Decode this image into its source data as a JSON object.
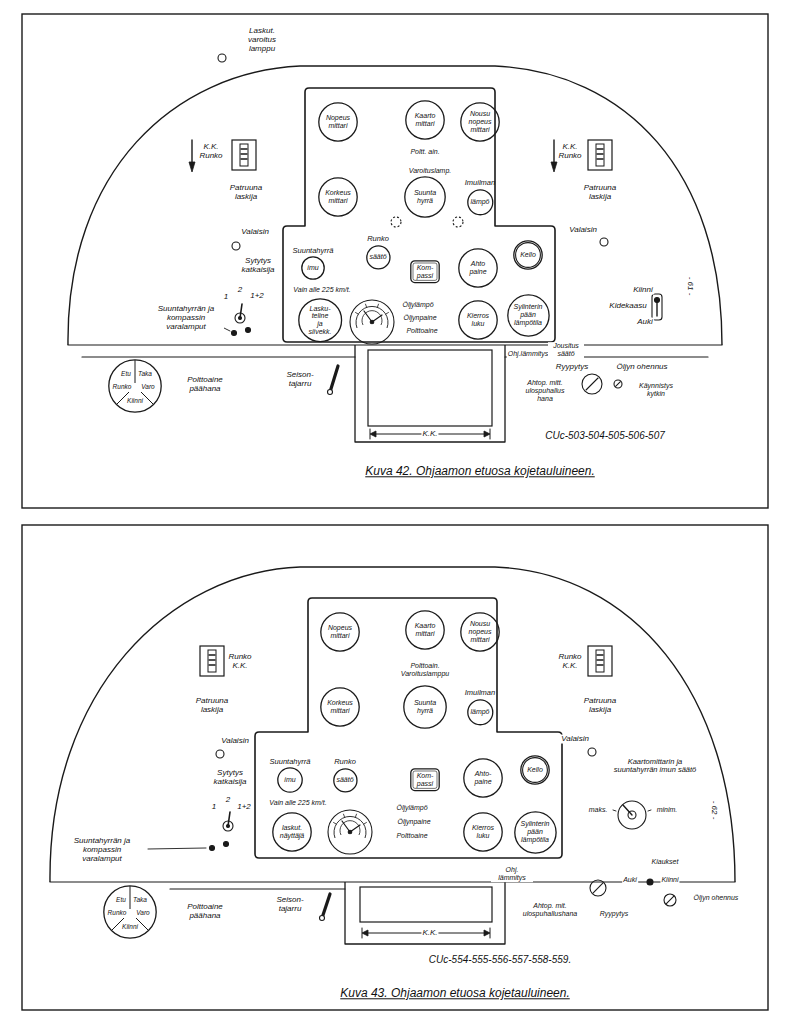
{
  "diagram": {
    "nodes": [
      {
        "text": [
          "Nopeus mittari"
        ]
      },
      {
        "text": [
          "Kaarto mittari"
        ]
      },
      {
        "text": [
          "Nousu nopeus mittari"
        ]
      },
      {
        "text": [
          "Korkeus mittari"
        ]
      },
      {
        "text": [
          "Suunta hyrrä"
        ]
      },
      {
        "text": [
          "Imuilman",
          "lämpö"
        ]
      },
      {
        "text": [
          "Suuntahyrrä",
          "imu"
        ]
      },
      {
        "text": [
          "Runko",
          "säätö"
        ]
      },
      {
        "text": [
          "Kom- passi"
        ]
      },
      {
        "text": [
          "Ahto paine"
        ]
      },
      {
        "text": [
          "Kello"
        ]
      },
      {
        "text": [
          "Lasku- teline ja siivekk."
        ]
      },
      {
        "text": [
          "Kierros luku"
        ]
      },
      {
        "text": [
          "Sylinterin pään lämpötila"
        ]
      },
      {
        "text": [
          "Etu",
          "Taka",
          "Runko",
          "Varo",
          "Kiinni"
        ]
      },
      {
        "text": [
          "Nopeus mittari"
        ]
      },
      {
        "text": [
          "Kaarto mittari"
        ]
      },
      {
        "text": [
          "Nousu nopeus mittari"
        ]
      },
      {
        "text": [
          "Korkeus mittari"
        ]
      },
      {
        "text": [
          "Suunta hyrrä"
        ]
      },
      {
        "text": [
          "Imuilman",
          "lämpö"
        ]
      },
      {
        "text": [
          "Suuntahyrrä",
          "imu"
        ]
      },
      {
        "text": [
          "Runko",
          "säätö"
        ]
      },
      {
        "text": [
          "Kom- passi"
        ]
      },
      {
        "text": [
          "Ahto- paine"
        ]
      },
      {
        "text": [
          "Kello"
        ]
      },
      {
        "text": [
          "laskut. näyttäjä"
        ]
      },
      {
        "text": [
          "Kierros luku"
        ]
      },
      {
        "text": [
          "Sylinterin pään lämpötila"
        ]
      },
      {
        "text": [
          "Etu",
          "Taka",
          "Runko",
          "Varo",
          "Kiinni"
        ]
      }
    ],
    "labels": [
      "Laskut. varoitus lamppu",
      "K.K. Runko",
      "Patruuna laskija",
      "K.K. Runko",
      "Patruuna laskija",
      "Poltt. ain.",
      "Varoituslamp.",
      "Valaisin",
      "Valaisin",
      "Sytytys katkaisija",
      "1",
      "2",
      "1+2",
      "Suuntahyrrän ja kompassin varalamput",
      "Vain alle 225 km/t.",
      "Öljylämpö",
      "Öljynpaine",
      "Polttoaine",
      "Kiinni",
      "Kidekaasu",
      "Auki",
      "- 61 -",
      "Polttoaine päähana",
      "Seison- tajarru",
      "K.K.",
      "Ohj.lämmitys",
      "Jousitus säätö",
      "Ryypytys",
      "Öljyn ohennus",
      "Ahtop. mitt. ulospuhallus hana",
      "Käynnistys kytkin",
      "CUc-503-504-505-506-507",
      "Kuva 42. Ohjaamon etuosa kojetauluineen.",
      "Runko K.K.",
      "Patruuna laskija",
      "Runko K.K.",
      "Patruuna laskija",
      "Polttoain. Varoituslamppu",
      "Valaisin",
      "Valaisin",
      "Kaartomittarin ja suuntahyrrän imun säätö",
      "maks.",
      "minim.",
      "Sytytys katkaisija",
      "1",
      "2",
      "1+2",
      "Suuntahyrrän ja kompassin varalamput",
      "Vain alle 225 km/t.",
      "Öljylämpö",
      "Öljynpaine",
      "Polttoaine",
      "- 62 -",
      "Kiaukset",
      "Auki",
      "Kiinni",
      "Ohj. lämmitys",
      "Öljyn ohennus",
      "Polttoaine päähana",
      "Seison- tajarru",
      "Ahtop. mit. ulospuhallushana",
      "Ryypytys",
      "K.K.",
      "CUc-554-555-556-557-558-559.",
      "Kuva 43. Ohjaamon etuosa kojetauluineen."
    ]
  }
}
